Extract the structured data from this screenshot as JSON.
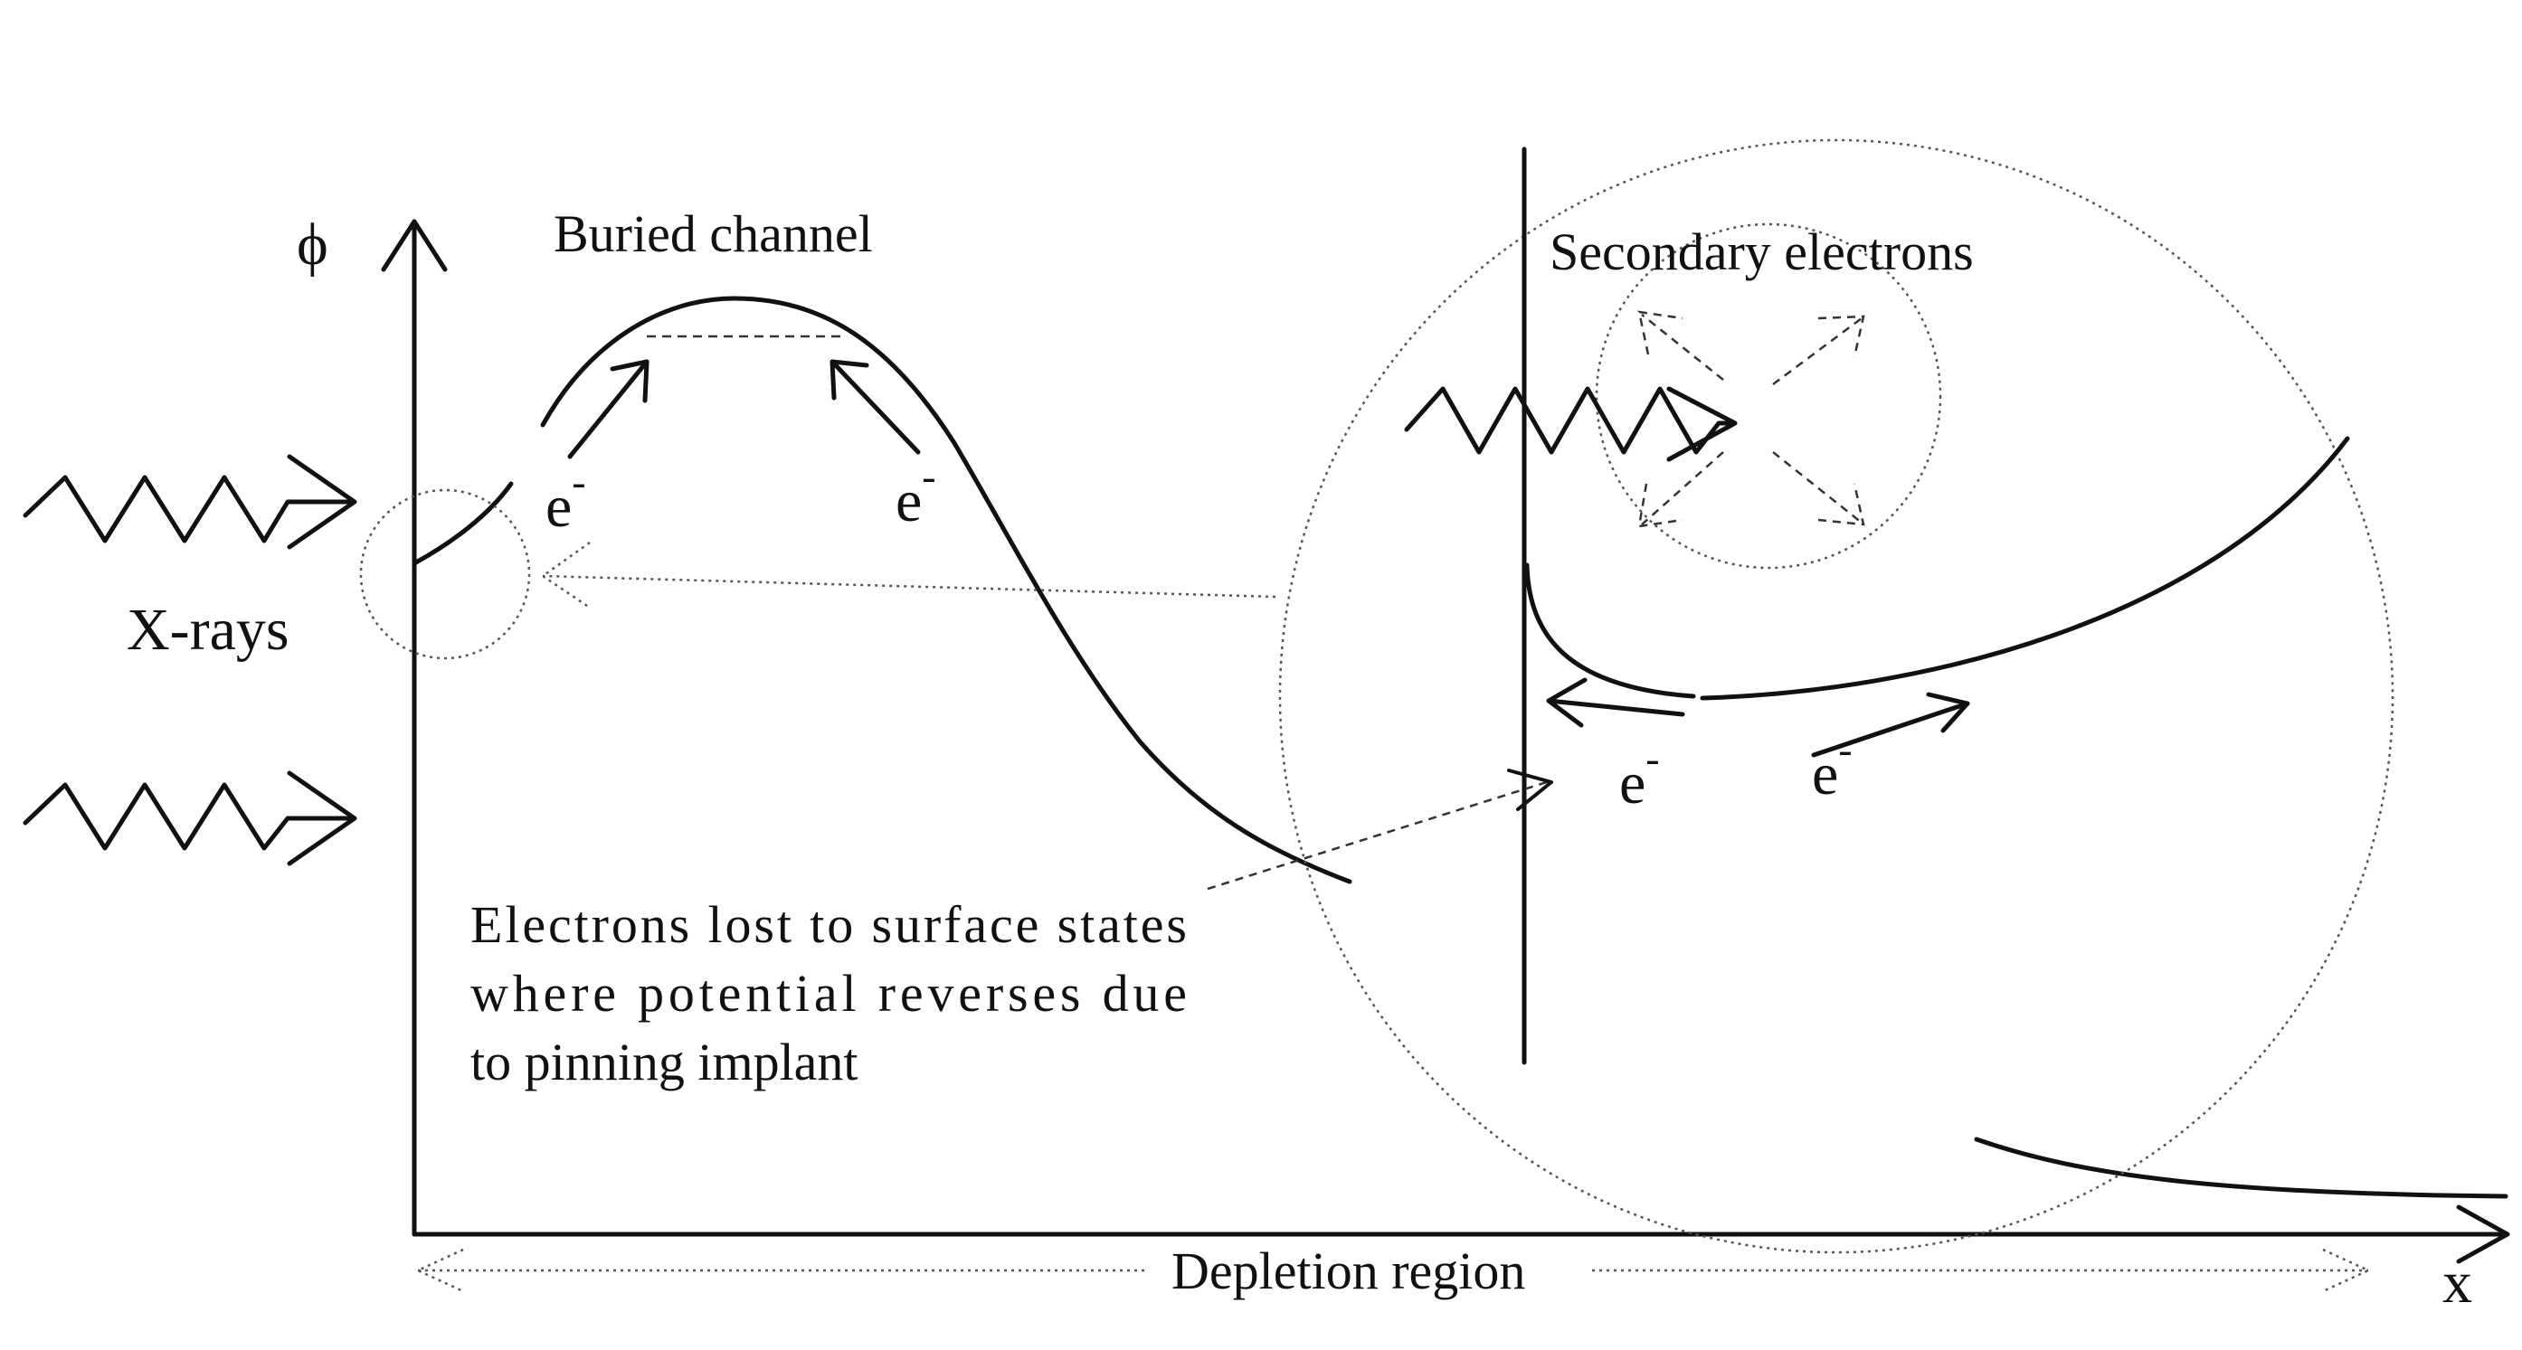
{
  "axes": {
    "y_label": "ϕ",
    "x_label": "x"
  },
  "labels": {
    "buried_channel": "Buried channel",
    "secondary_electrons": "Secondary electrons",
    "x_rays": "X-rays",
    "depletion_region": "Depletion region",
    "electron": "e",
    "electron_charge": "-",
    "surface_note_line1": "Electrons lost to surface states",
    "surface_note_line2": "where potential reverses due",
    "surface_note_line3": "to pinning implant"
  }
}
